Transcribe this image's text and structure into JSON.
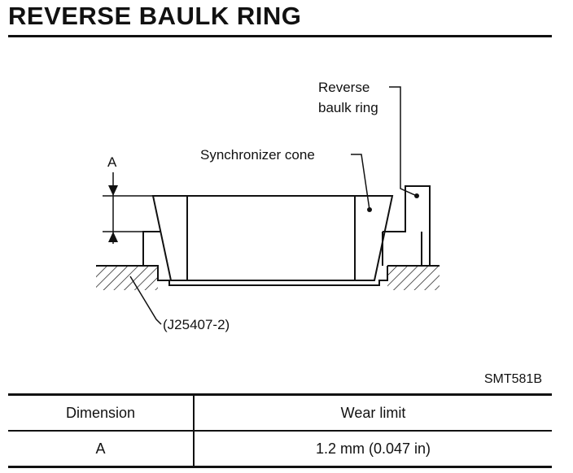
{
  "page": {
    "title": "REVERSE BAULK RING",
    "figure_code": "SMT581B"
  },
  "diagram": {
    "labels": {
      "reverse_baulk_ring_line1": "Reverse",
      "reverse_baulk_ring_line2": "baulk ring",
      "synchronizer_cone": "Synchronizer cone",
      "dimension_a": "A",
      "tool_number": "(J25407-2)"
    }
  },
  "spec_table": {
    "headers": {
      "dimension": "Dimension",
      "wear_limit": "Wear limit"
    },
    "rows": [
      {
        "dimension": "A",
        "wear_limit": "1.2 mm (0.047 in)"
      }
    ]
  }
}
